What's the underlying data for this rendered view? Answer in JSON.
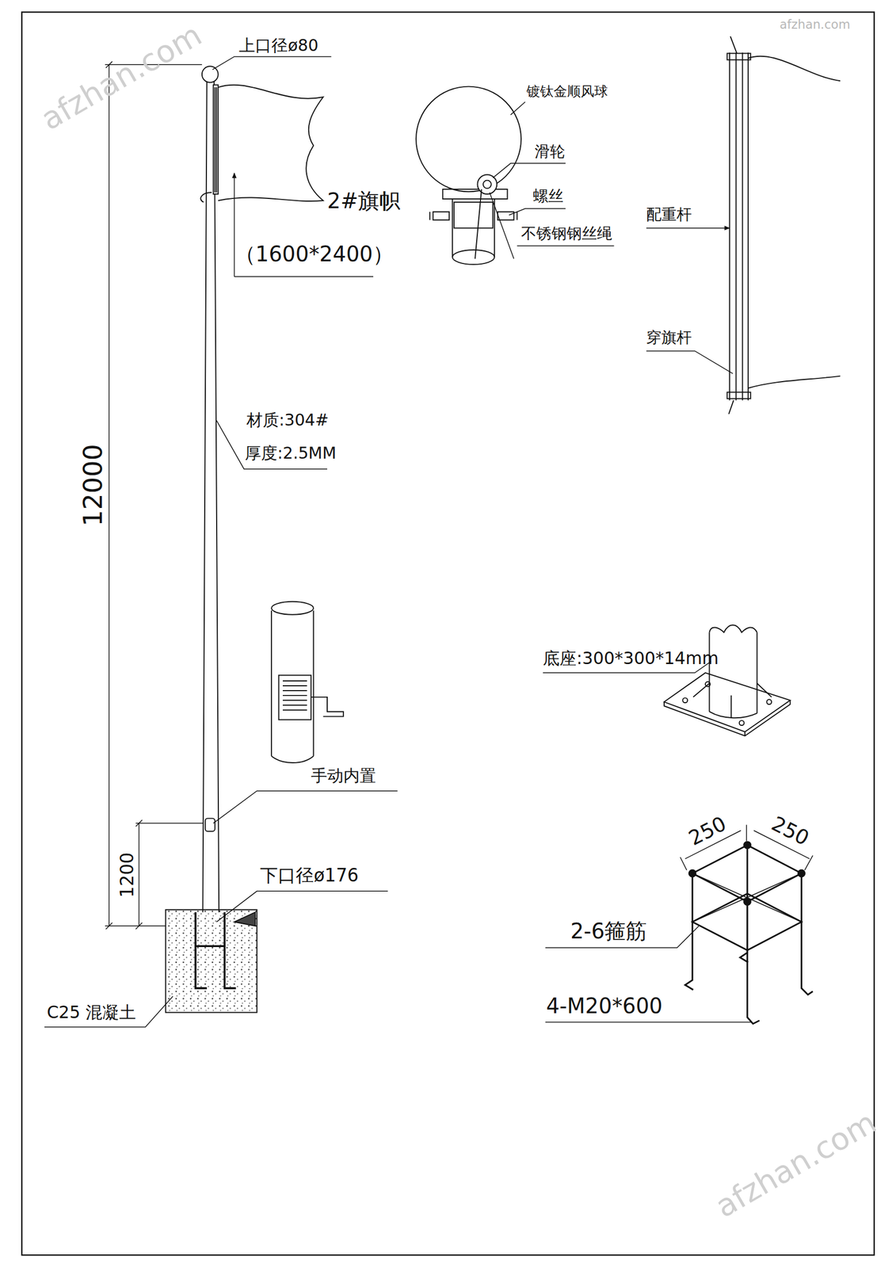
{
  "diagram": {
    "labels": [
      "afzhan.com",
      "afzhan.com",
      "上口径ø80",
      "镀钛金顺风球",
      "滑轮",
      "螺丝",
      "不锈钢钢丝绳",
      "2#旗帜",
      "（1600*2400）",
      "配重杆",
      "穿旗杆",
      "12000",
      "材质:304#",
      "厚度:2.5MM",
      "底座:300*300*14mm",
      "手动内置",
      "1200",
      "下口径ø176",
      "C25 混凝土",
      "250",
      "250",
      "2-6箍筋",
      "4-M20*600",
      "afzhan.com"
    ]
  }
}
